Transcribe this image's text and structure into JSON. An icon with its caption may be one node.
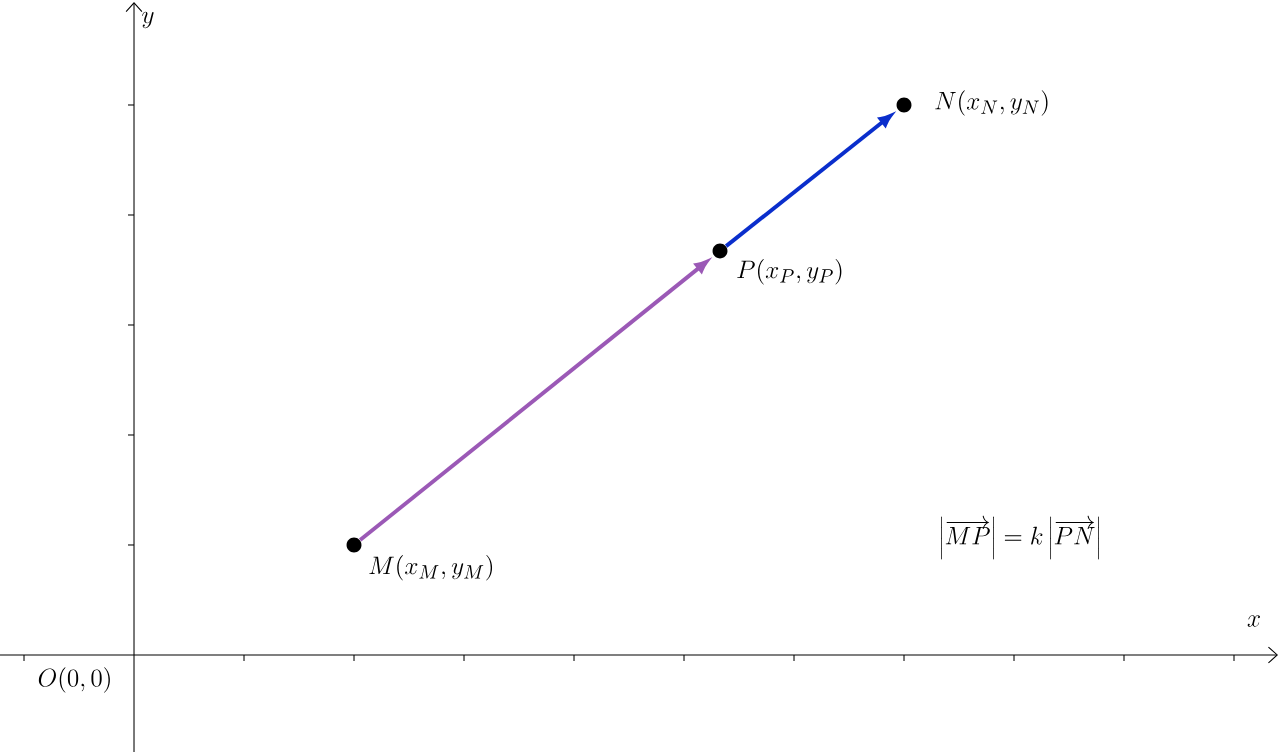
{
  "diagram": {
    "nodes": [
      {
        "text": [
          "M(x_M, y_M)"
        ]
      },
      {
        "text": [
          "P(x_P, y_P)"
        ]
      },
      {
        "text": [
          "N(x_N, y_N)"
        ]
      }
    ],
    "edges": [
      {
        "from": 0,
        "to": 1,
        "arrow": "to",
        "color": "#9b59b6"
      },
      {
        "from": 1,
        "to": 2,
        "arrow": "to",
        "color": "#0a2ecc"
      }
    ],
    "labels": [
      "y",
      "x",
      "O(0,0)",
      "\\left|\\overrightarrow{MP}\\right| = k\\left|\\overrightarrow{PN}\\right|"
    ]
  }
}
